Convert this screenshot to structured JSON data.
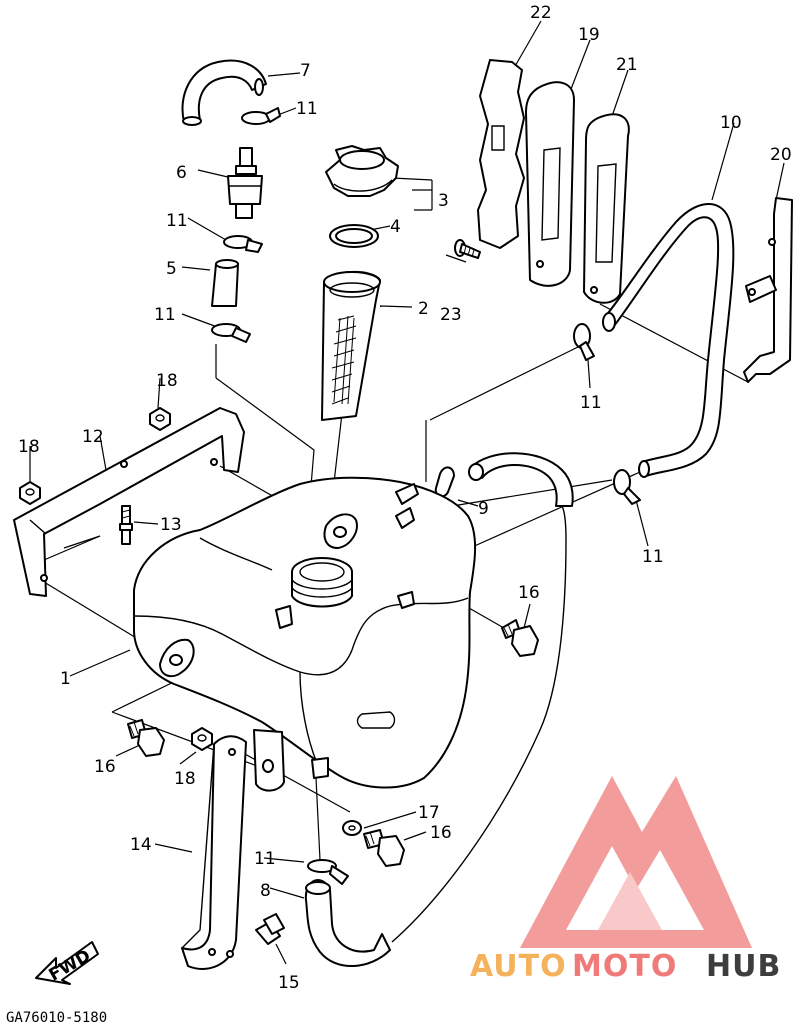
{
  "diagram": {
    "callouts": [
      {
        "id": "c1",
        "label": "1"
      },
      {
        "id": "c2",
        "label": "2"
      },
      {
        "id": "c3",
        "label": "3"
      },
      {
        "id": "c4",
        "label": "4"
      },
      {
        "id": "c5",
        "label": "5"
      },
      {
        "id": "c6",
        "label": "6"
      },
      {
        "id": "c7",
        "label": "7"
      },
      {
        "id": "c8",
        "label": "8"
      },
      {
        "id": "c9",
        "label": "9"
      },
      {
        "id": "c10",
        "label": "10"
      },
      {
        "id": "c11a",
        "label": "11"
      },
      {
        "id": "c11b",
        "label": "11"
      },
      {
        "id": "c11c",
        "label": "11"
      },
      {
        "id": "c11d",
        "label": "11"
      },
      {
        "id": "c11e",
        "label": "11"
      },
      {
        "id": "c11f",
        "label": "11"
      },
      {
        "id": "c12",
        "label": "12"
      },
      {
        "id": "c13",
        "label": "13"
      },
      {
        "id": "c14",
        "label": "14"
      },
      {
        "id": "c15",
        "label": "15"
      },
      {
        "id": "c16a",
        "label": "16"
      },
      {
        "id": "c16b",
        "label": "16"
      },
      {
        "id": "c16c",
        "label": "16"
      },
      {
        "id": "c17",
        "label": "17"
      },
      {
        "id": "c18a",
        "label": "18"
      },
      {
        "id": "c18b",
        "label": "18"
      },
      {
        "id": "c18c",
        "label": "18"
      },
      {
        "id": "c19",
        "label": "19"
      },
      {
        "id": "c20",
        "label": "20"
      },
      {
        "id": "c21",
        "label": "21"
      },
      {
        "id": "c22",
        "label": "22"
      },
      {
        "id": "c23",
        "label": "23"
      }
    ],
    "fwd_label": "FWD",
    "drawing_code": "GA76010-5180"
  },
  "watermark": {
    "auto": "AUTO",
    "moto": "MOTO",
    "hub": "HUB",
    "colors": {
      "logo": "#f28b8b",
      "auto": "#f5b25c",
      "moto": "#f07a7a",
      "hub": "#3d3d3d"
    }
  }
}
